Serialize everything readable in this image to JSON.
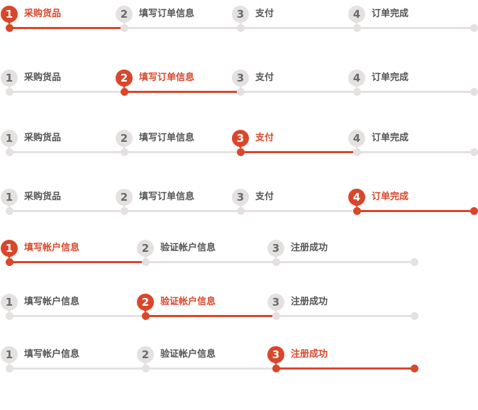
{
  "colors": {
    "active": "#d9472b",
    "inactive": "#e5e1e1",
    "text": "#555555"
  },
  "purchase_steps": [
    "采购货品",
    "填写订单信息",
    "支付",
    "订单完成"
  ],
  "register_steps": [
    "填写帐户信息",
    "验证帐户信息",
    "注册成功"
  ],
  "steppers": [
    {
      "group": "purchase",
      "active": 1,
      "steps": [
        {
          "num": "1",
          "label": "采购货品"
        },
        {
          "num": "2",
          "label": "填写订单信息"
        },
        {
          "num": "3",
          "label": "支付"
        },
        {
          "num": "4",
          "label": "订单完成"
        }
      ]
    },
    {
      "group": "purchase",
      "active": 2,
      "steps": [
        {
          "num": "1",
          "label": "采购货品"
        },
        {
          "num": "2",
          "label": "填写订单信息"
        },
        {
          "num": "3",
          "label": "支付"
        },
        {
          "num": "4",
          "label": "订单完成"
        }
      ]
    },
    {
      "group": "purchase",
      "active": 3,
      "steps": [
        {
          "num": "1",
          "label": "采购货品"
        },
        {
          "num": "2",
          "label": "填写订单信息"
        },
        {
          "num": "3",
          "label": "支付"
        },
        {
          "num": "4",
          "label": "订单完成"
        }
      ]
    },
    {
      "group": "purchase",
      "active": 4,
      "steps": [
        {
          "num": "1",
          "label": "采购货品"
        },
        {
          "num": "2",
          "label": "填写订单信息"
        },
        {
          "num": "3",
          "label": "支付"
        },
        {
          "num": "4",
          "label": "订单完成"
        }
      ]
    },
    {
      "group": "register",
      "active": 1,
      "steps": [
        {
          "num": "1",
          "label": "填写帐户信息"
        },
        {
          "num": "2",
          "label": "验证帐户信息"
        },
        {
          "num": "3",
          "label": "注册成功"
        }
      ]
    },
    {
      "group": "register",
      "active": 2,
      "steps": [
        {
          "num": "1",
          "label": "填写帐户信息"
        },
        {
          "num": "2",
          "label": "验证帐户信息"
        },
        {
          "num": "3",
          "label": "注册成功"
        }
      ]
    },
    {
      "group": "register",
      "active": 3,
      "steps": [
        {
          "num": "1",
          "label": "填写帐户信息"
        },
        {
          "num": "2",
          "label": "验证帐户信息"
        },
        {
          "num": "3",
          "label": "注册成功"
        }
      ]
    }
  ]
}
